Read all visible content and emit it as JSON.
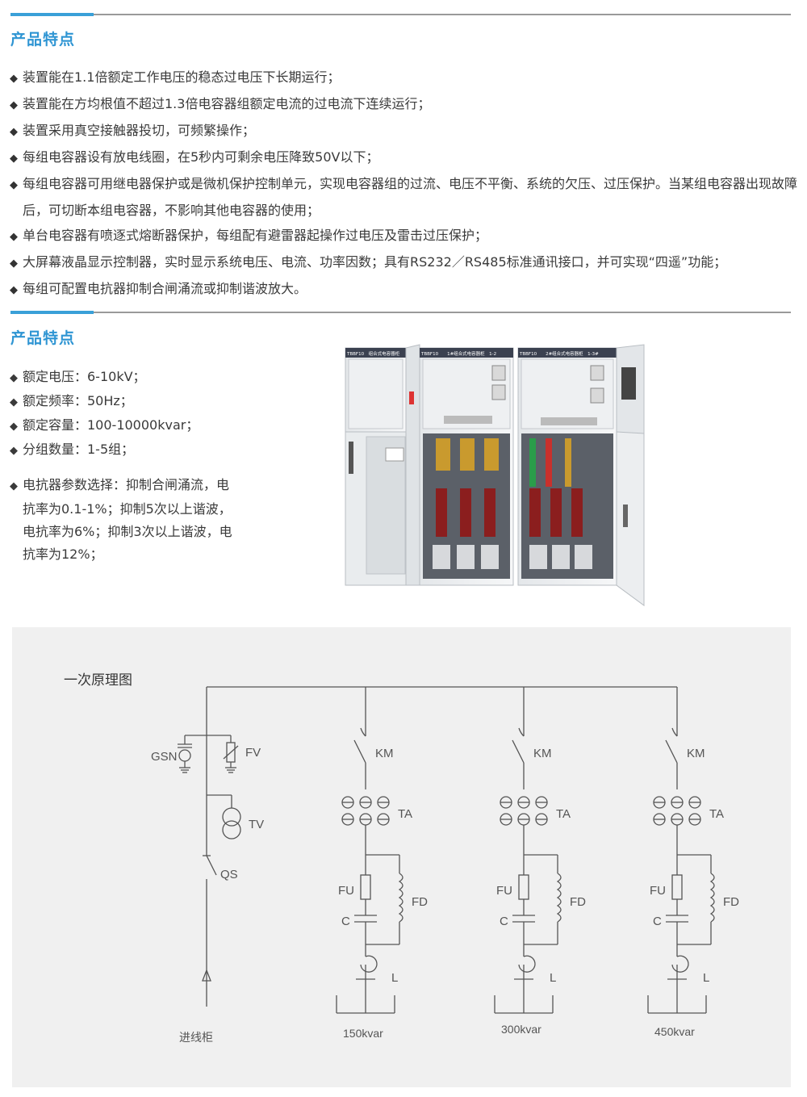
{
  "section1": {
    "title": "产品特点",
    "bullet": "◆",
    "items": [
      "装置能在1.1倍额定工作电压的稳态过电压下长期运行；",
      "装置能在方均根值不超过1.3倍电容器组额定电流的过电流下连续运行；",
      "装置采用真空接触器投切，可频繁操作；",
      "每组电容器设有放电线圈，在5秒内可剩余电压降致50V以下；",
      "每组电容器可用继电器保护或是微机保护控制单元，实现电容器组的过流、电压不平衡、系统的欠压、过压保护。当某组电容器出现故障后，可切断本组电容器，不影响其他电容器的使用；",
      "单台电容器有喷逐式熔断器保护，每组配有避雷器起操作过电压及雷击过压保护；",
      "大屏幕液晶显示控制器，实时显示系统电压、电流、功率因数；具有RS232／RS485标准通讯接口，并可实现“四遥”功能；",
      "每组可配置电抗器抑制合闸涌流或抑制谐波放大。"
    ]
  },
  "section2": {
    "title": "产品特点",
    "bullet": "◆",
    "specs": [
      "额定电压：6-10kV；",
      "额定频率：50Hz；",
      "额定容量：100-10000kvar；",
      "分组数量：1-5组；"
    ],
    "reactor": "电抗器参数选择：抑制合闸涌流，电抗率为0.1-1%；抑制5次以上谐波，电抗率为6%；抑制3次以上谐波，电抗率为12%；",
    "cabinet_labels": [
      "TBBF10　组合式电容器柜",
      "TBBF10　　1#组合式电容器柜　1-2",
      "TBBF10　　2#组合式电容器柜　1-3#"
    ]
  },
  "diagram": {
    "title": "一次原理图",
    "gsn": "GSN",
    "fv": "FV",
    "tv": "TV",
    "qs": "QS",
    "incoming": "进线柜",
    "km": "KM",
    "ta": "TA",
    "fu": "FU",
    "c": "C",
    "fd": "FD",
    "l": "L",
    "branches": [
      "150kvar",
      "300kvar",
      "450kvar"
    ]
  },
  "colors": {
    "accent": "#2f95d3",
    "divider_blue": "#3aa0d8",
    "divider_gray": "#9a9a9a",
    "panel": "#f0f0f0"
  }
}
